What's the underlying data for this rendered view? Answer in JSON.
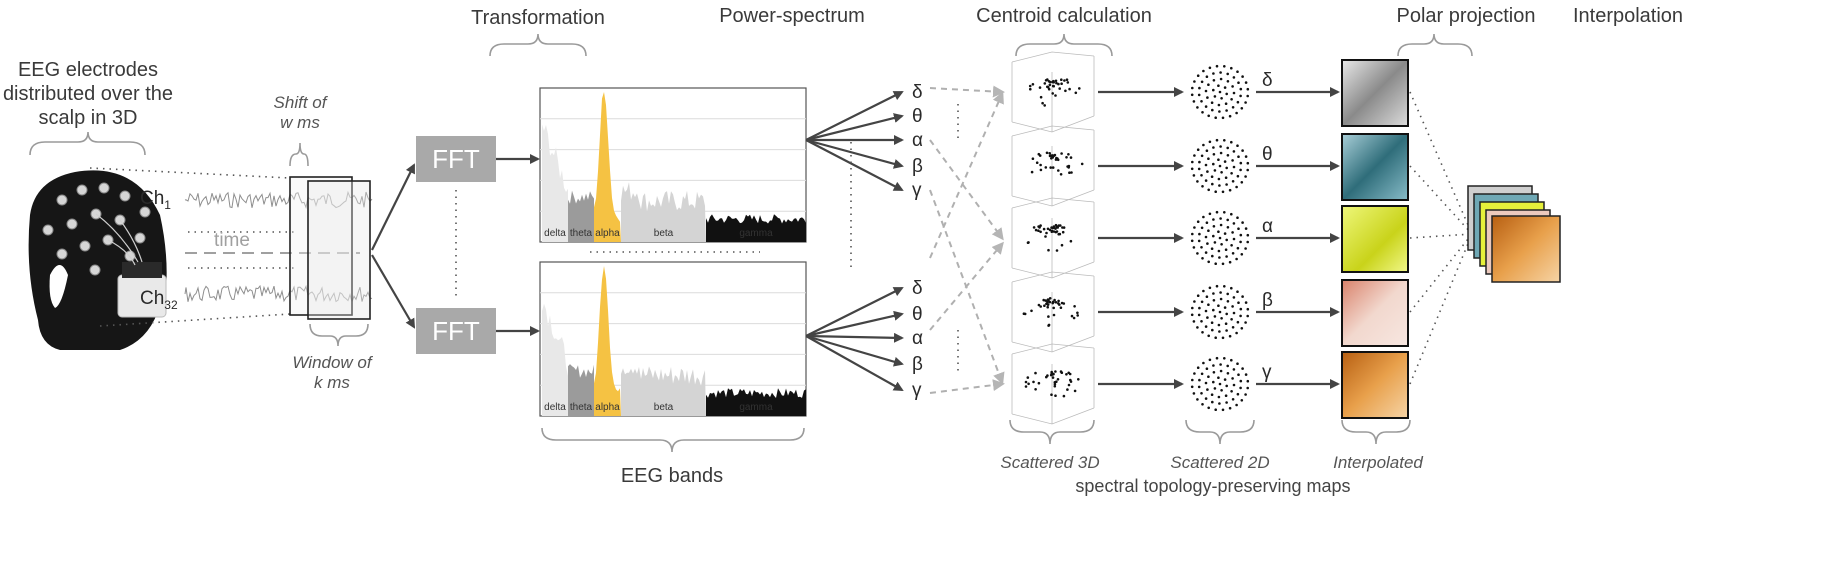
{
  "headers": {
    "eeg_electrodes": [
      "EEG electrodes",
      "distributed over the",
      "scalp in 3D"
    ],
    "transformation": "Transformation",
    "power_spectrum": "Power-spectrum",
    "centroid": "Centroid calculation",
    "polar": "Polar projection",
    "interpolation": "Interpolation"
  },
  "signal": {
    "ch1": "Ch",
    "ch1_sub": "1",
    "ch32": "Ch",
    "ch32_sub": "32",
    "time": "time",
    "shift": [
      "Shift of",
      "w ms"
    ],
    "window": [
      "Window of",
      "k ms"
    ]
  },
  "fft_label": "FFT",
  "spectrum_bands": [
    "delta",
    "theta",
    "alpha",
    "beta",
    "gamma"
  ],
  "eeg_bands_caption": "EEG bands",
  "greek": [
    "δ",
    "θ",
    "α",
    "β",
    "γ"
  ],
  "captions": {
    "scattered3d": "Scattered 3D",
    "scattered2d": "Scattered 2D",
    "interpolated": "Interpolated",
    "footer": "spectral topology-preserving maps"
  },
  "colors": {
    "alpha": "#f5c243",
    "gamma": "#111111",
    "fft_box": "#a9a9a9",
    "map_delta": "#c7c7c7",
    "map_theta": "#6fa8b5",
    "map_alpha": "#e6f03a",
    "map_beta": "#ecc9bd",
    "map_gamma": "#e59a3a"
  }
}
